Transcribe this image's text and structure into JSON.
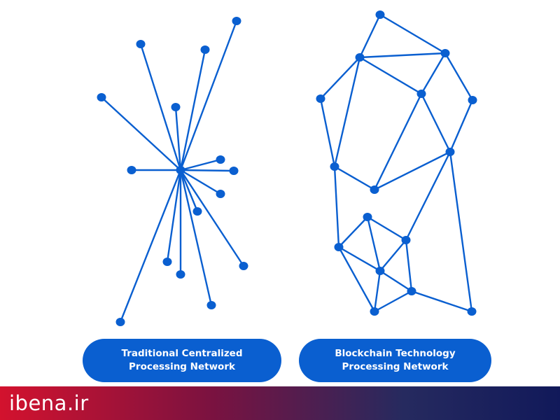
{
  "colors": {
    "node": "#0a5fd0",
    "edge": "#0a5fd0",
    "pill": "#0a5fd0",
    "pill_text": "#ffffff",
    "footer_gradient": [
      "#d3122e",
      "#7a1240",
      "#262a5f",
      "#11195a"
    ]
  },
  "labels": {
    "centralized": "Traditional Centralized\nProcessing Network",
    "blockchain": "Blockchain Technology\nProcessing Network"
  },
  "footer": {
    "brand": "ibena.ir"
  }
}
